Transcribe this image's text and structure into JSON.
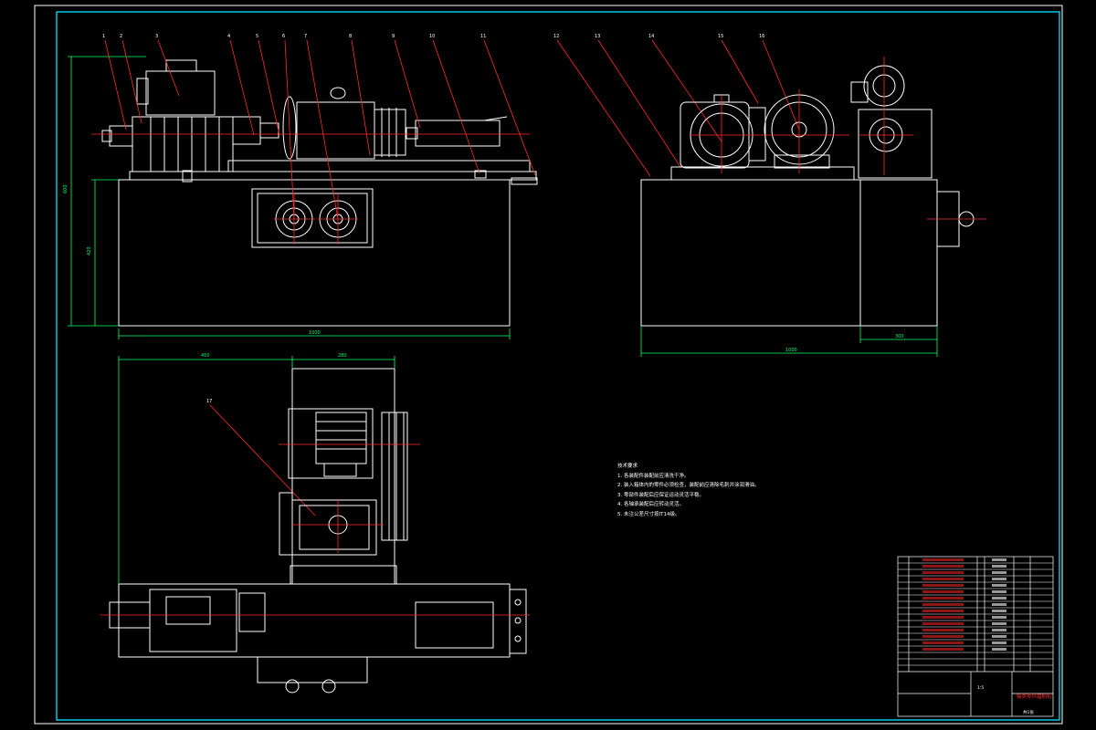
{
  "drawing": {
    "colors": {
      "background": "#000000",
      "outline": "#ffffff",
      "frame": "#00e5ff",
      "centerline": "#ff2a2a",
      "dimension": "#00ff66"
    },
    "balloons": [
      "1",
      "2",
      "3",
      "4",
      "5",
      "6",
      "7",
      "8",
      "9",
      "10",
      "11",
      "12",
      "13",
      "14",
      "15",
      "16",
      "17"
    ],
    "dimensions": {
      "front_total_height": "600",
      "front_table_height": "420",
      "front_total_width": "1000",
      "side_width": "1000",
      "side_extension": "300",
      "plan_left": "450",
      "plan_right": "280"
    },
    "notes": {
      "title": "技术要求",
      "items": [
        "1. 各装配件装配前应清洗干净。",
        "2. 装入箱体内的零件必须检查，装配前应清除毛刺并涂润滑油。",
        "3. 零部件装配后应保证运动灵活平稳。",
        "4. 各轴承装配后应转动灵活。",
        "5. 未注公差尺寸按IT14级。"
      ]
    },
    "title_block": {
      "drawing_title": "轴类零件磨削机",
      "scale": "1:5",
      "sheet": "共1张",
      "row_count": 18
    }
  }
}
